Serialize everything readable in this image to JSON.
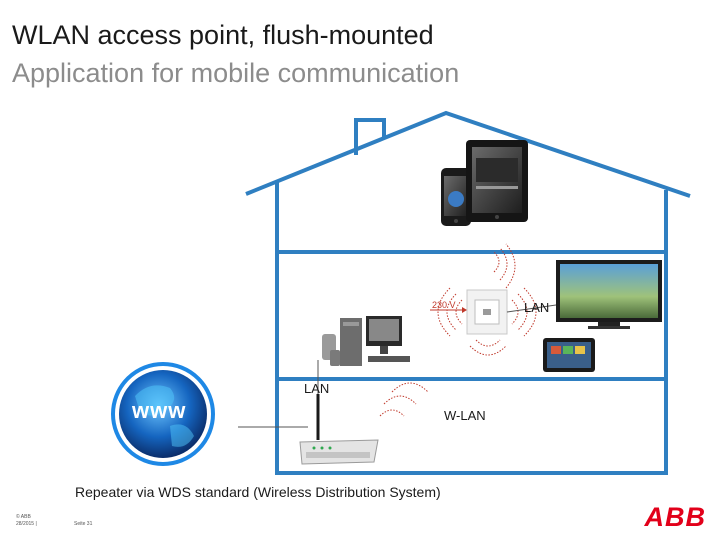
{
  "title": "WLAN access point, flush-mounted",
  "subtitle": "Application for mobile communication",
  "labels": {
    "voltage": "230 V",
    "lan_right": "LAN",
    "lan_left": "LAN",
    "wlan": "W-LAN",
    "www": "www"
  },
  "caption": "Repeater via WDS standard (Wireless Distribution System)",
  "footer": {
    "copyright": "© ABB",
    "date": "28/2015 |",
    "page": "Seite 31"
  },
  "logo": "ABB",
  "colors": {
    "house_outline": "#2f7fc1",
    "logo_red": "#e2001a",
    "signal_red": "#c0392b"
  }
}
